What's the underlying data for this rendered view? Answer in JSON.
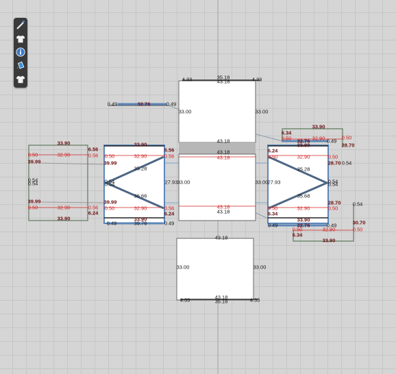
{
  "colors": {
    "background": "#d5d5d5",
    "grid": "#c6c6c6",
    "dimension_red": "#d02020",
    "dimension_maroon": "#6a1010",
    "panel_outline_blue": "#5b86b8",
    "crease_blue": "#4c6684",
    "outline_green": "#5e7a5e",
    "toolbar": "#3a3a3a"
  },
  "toolbar": {
    "tools": [
      {
        "icon": "pencil-icon"
      },
      {
        "icon": "shirt-icon"
      },
      {
        "icon": "info-icon"
      },
      {
        "icon": "fill-icon"
      },
      {
        "icon": "shirt-icon"
      }
    ]
  },
  "labels": {
    "top_panel": [
      "35.18",
      "43.18",
      "4.33",
      "4.33",
      "33.00",
      "33.00",
      "43.18"
    ],
    "middle_panel": [
      "43.18",
      "43.18",
      "33.00",
      "33.00",
      "43.18",
      "43.18",
      "27.93",
      "27.93"
    ],
    "bottom_panel": [
      "43.18",
      "33.00",
      "33.00",
      "43.18",
      "35.18",
      "4.33",
      "4.33"
    ],
    "left_wing_top": [
      "0.49",
      "32.76",
      "0.49"
    ],
    "left_panel": [
      "33.90",
      "6.56",
      "0.50",
      "32.90",
      "0.56",
      "39.99",
      "35.28",
      "0.54",
      "0.54",
      "36.66",
      "39.99",
      "0.50",
      "32.90",
      "0.56",
      "6.24",
      "33.90",
      "39.76",
      "0.49",
      "0.49"
    ],
    "left_outer": [
      "33.90",
      "6.56",
      "0.50",
      "32.90",
      "0.56",
      "39.99",
      "0.54",
      "0.54",
      "39.99",
      "0.50",
      "32.90",
      "0.56",
      "6.24",
      "33.90"
    ],
    "right_panel": [
      "33.90",
      "6.34",
      "0.50",
      "32.90",
      "0.50",
      "28.70",
      "32.76",
      "0.49",
      "33.90",
      "6.24",
      "0.50",
      "32.90",
      "0.50",
      "28.70",
      "0.54",
      "35.28",
      "0.54",
      "0.54",
      "35.68",
      "28.70",
      "0.50",
      "32.90",
      "0.50",
      "6.34",
      "33.90",
      "0.49",
      "32.76",
      "0.49",
      "0.54",
      "30.70",
      "0.50",
      "0.50",
      "32.90",
      "6.34",
      "33.90"
    ]
  }
}
